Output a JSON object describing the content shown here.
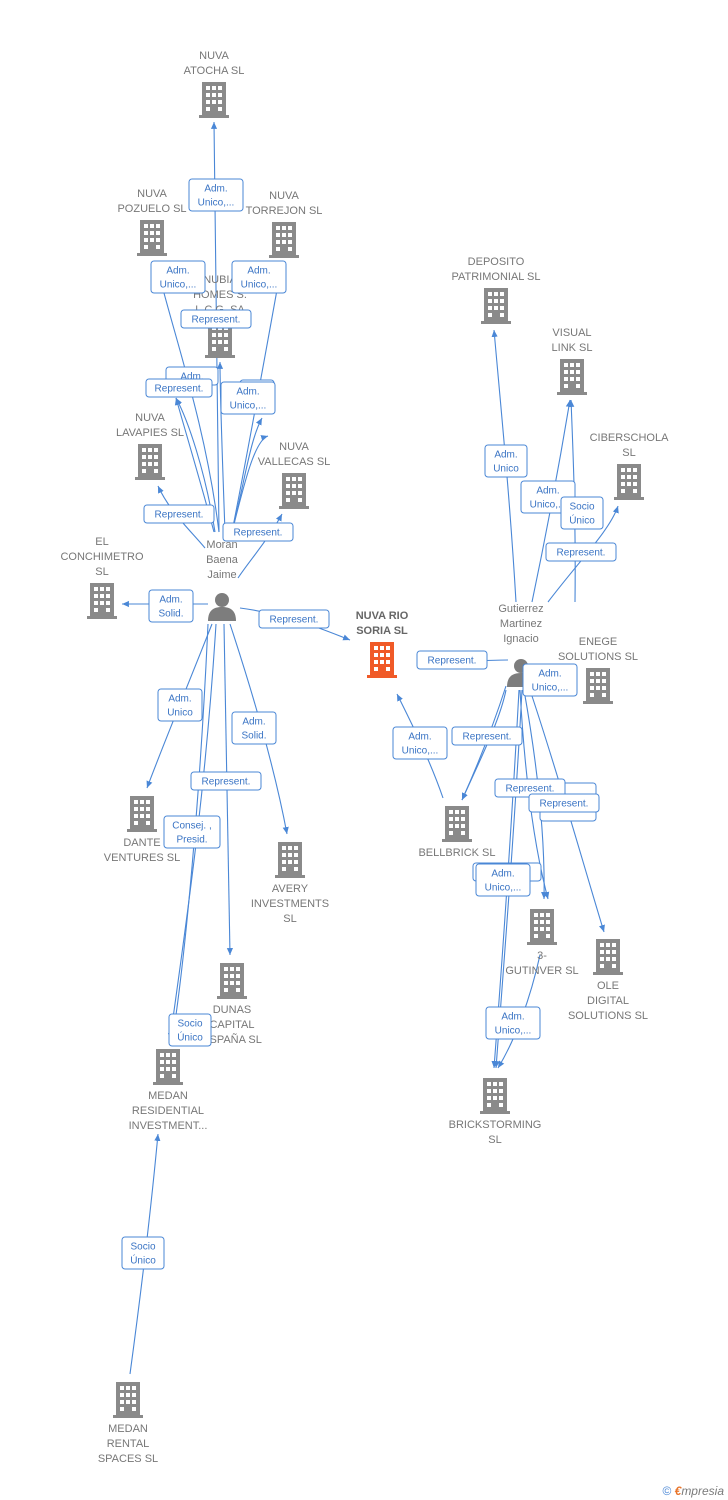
{
  "colors": {
    "edge": "#4a87d6",
    "company": "#8a8a8a",
    "focus": "#f05a28",
    "person": "#7d7d7d"
  },
  "nodes": [
    {
      "id": "nuva_atocha",
      "type": "company",
      "lines": [
        "NUVA",
        "ATOCHA  SL"
      ]
    },
    {
      "id": "nuva_pozuelo",
      "type": "company",
      "lines": [
        "NUVA",
        "POZUELO  SL"
      ]
    },
    {
      "id": "nuva_torrejon",
      "type": "company",
      "lines": [
        "NUVA",
        "TORREJON  SL"
      ]
    },
    {
      "id": "nubia_homes",
      "type": "company",
      "lines": [
        "NUBIA",
        "HOMES S.",
        "L.C.G. SA"
      ]
    },
    {
      "id": "nuva_lavapies",
      "type": "company",
      "lines": [
        "NUVA",
        "LAVAPIES  SL"
      ]
    },
    {
      "id": "nuva_vallecas",
      "type": "company",
      "lines": [
        "NUVA",
        "VALLECAS  SL"
      ]
    },
    {
      "id": "el_conchimetro",
      "type": "company",
      "lines": [
        "EL",
        "CONCHIMETRO",
        "SL"
      ]
    },
    {
      "id": "moran",
      "type": "person",
      "lines": [
        "Moran",
        "Baena",
        "Jaime"
      ]
    },
    {
      "id": "nuva_rio_soria",
      "type": "focus",
      "lines": [
        "NUVA RIO",
        "SORIA  SL"
      ]
    },
    {
      "id": "dante",
      "type": "company",
      "lines": [
        "DANTE",
        "VENTURES  SL"
      ]
    },
    {
      "id": "avery",
      "type": "company",
      "lines": [
        "AVERY",
        "INVESTMENTS",
        "SL"
      ]
    },
    {
      "id": "dunas",
      "type": "company",
      "lines": [
        "DUNAS",
        "CAPITAL",
        "ESPAÑA SL"
      ]
    },
    {
      "id": "medan_res",
      "type": "company",
      "lines": [
        "MEDAN",
        "RESIDENTIAL",
        "INVESTMENT..."
      ]
    },
    {
      "id": "medan_rental",
      "type": "company",
      "lines": [
        "MEDAN",
        "RENTAL",
        "SPACES  SL"
      ]
    },
    {
      "id": "deposito",
      "type": "company",
      "lines": [
        "DEPOSITO",
        "PATRIMONIAL SL"
      ]
    },
    {
      "id": "visual_link",
      "type": "company",
      "lines": [
        "VISUAL",
        "LINK  SL"
      ]
    },
    {
      "id": "ciberschola",
      "type": "company",
      "lines": [
        "CIBERSCHOLA",
        "SL"
      ]
    },
    {
      "id": "gutierrez",
      "type": "person",
      "lines": [
        "Gutierrez",
        "Martinez",
        "Ignacio"
      ]
    },
    {
      "id": "enege",
      "type": "company",
      "lines": [
        "ENEGE",
        "SOLUTIONS  SL"
      ]
    },
    {
      "id": "bellbrick",
      "type": "company",
      "lines": [
        "BELLBRICK  SL"
      ]
    },
    {
      "id": "gutinver",
      "type": "company",
      "lines": [
        "3-",
        "GUTINVER SL"
      ]
    },
    {
      "id": "ole_digital",
      "type": "company",
      "lines": [
        "OLE",
        "DIGITAL",
        "SOLUTIONS  SL"
      ]
    },
    {
      "id": "brickstorming",
      "type": "company",
      "lines": [
        "BRICKSTORMING",
        "SL"
      ]
    }
  ],
  "edge_labels": [
    {
      "id": "e1",
      "lines": [
        "Adm.",
        "Unico,..."
      ]
    },
    {
      "id": "e2",
      "lines": [
        "Adm.",
        "Unico,..."
      ]
    },
    {
      "id": "e3",
      "lines": [
        "Adm.",
        "Unico,..."
      ]
    },
    {
      "id": "e4",
      "lines": [
        "Represent."
      ]
    },
    {
      "id": "e5a",
      "lines": [
        "Adm."
      ]
    },
    {
      "id": "e5",
      "lines": [
        "Represent."
      ]
    },
    {
      "id": "e6b",
      "lines": [
        ""
      ]
    },
    {
      "id": "e6",
      "lines": [
        "Adm.",
        "Unico,..."
      ]
    },
    {
      "id": "e7",
      "lines": [
        "Represent."
      ]
    },
    {
      "id": "e8",
      "lines": [
        "Represent."
      ]
    },
    {
      "id": "e9",
      "lines": [
        "Adm.",
        "Solid."
      ]
    },
    {
      "id": "e10",
      "lines": [
        "Represent."
      ]
    },
    {
      "id": "e11",
      "lines": [
        "Adm.",
        "Unico"
      ]
    },
    {
      "id": "e12",
      "lines": [
        "Adm.",
        "Solid."
      ]
    },
    {
      "id": "e13",
      "lines": [
        "Represent."
      ]
    },
    {
      "id": "e14",
      "lines": [
        "Consej. ,",
        "Presid."
      ]
    },
    {
      "id": "e15",
      "lines": [
        "Socio",
        "Único"
      ]
    },
    {
      "id": "e16",
      "lines": [
        "Socio",
        "Único"
      ]
    },
    {
      "id": "e17",
      "lines": [
        "Adm.",
        "Unico"
      ]
    },
    {
      "id": "e18",
      "lines": [
        "Adm.",
        "Unico,..."
      ]
    },
    {
      "id": "e19",
      "lines": [
        "Socio",
        "Único"
      ]
    },
    {
      "id": "e20",
      "lines": [
        "Represent."
      ]
    },
    {
      "id": "e21",
      "lines": [
        "Represent."
      ]
    },
    {
      "id": "e22",
      "lines": [
        "Adm.",
        "Unico,..."
      ]
    },
    {
      "id": "e23",
      "lines": [
        "Adm.",
        "Unico,..."
      ]
    },
    {
      "id": "e24",
      "lines": [
        "Represent."
      ]
    },
    {
      "id": "e25b",
      "lines": [
        "Soc."
      ]
    },
    {
      "id": "e25a",
      "lines": [
        "Represent."
      ]
    },
    {
      "id": "e25",
      "lines": [
        "Represent."
      ]
    },
    {
      "id": "e26b",
      "lines": [
        ""
      ]
    },
    {
      "id": "e26",
      "lines": [
        "Adm.",
        "Unico,..."
      ]
    },
    {
      "id": "e27",
      "lines": [
        "Adm.",
        "Unico,..."
      ]
    }
  ],
  "footer": {
    "copyright": "©",
    "brand_initial": "€",
    "brand_rest": "mpresia"
  }
}
